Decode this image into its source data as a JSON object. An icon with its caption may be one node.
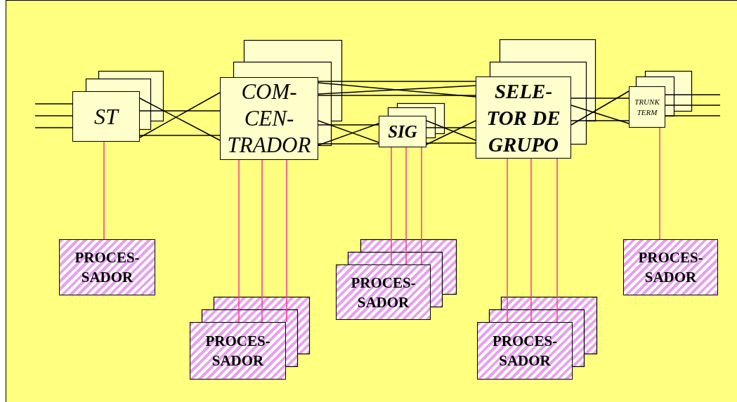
{
  "diagram": {
    "nodes": [
      {
        "text": [
          "ST"
        ]
      },
      {
        "text": [
          "COM- CEN- TRADOR"
        ]
      },
      {
        "text": [
          "SIG"
        ]
      },
      {
        "text": [
          "SELE- TOR DE GRUPO"
        ]
      },
      {
        "text": [
          "TRUNK TERM"
        ]
      },
      {
        "text": [
          "PROCES- SADOR"
        ]
      },
      {
        "text": [
          "PROCES- SADOR"
        ]
      },
      {
        "text": [
          "PROCES- SADOR"
        ]
      },
      {
        "text": [
          "PROCES- SADOR"
        ]
      },
      {
        "text": [
          "PROCES- SADOR"
        ]
      }
    ],
    "edges": [
      {
        "from": null,
        "to": 0,
        "arrow": "none"
      },
      {
        "from": null,
        "to": 0,
        "arrow": "none"
      },
      {
        "from": null,
        "to": 0,
        "arrow": "none"
      },
      {
        "from": 0,
        "to": 1,
        "arrow": "none"
      },
      {
        "from": 0,
        "to": 1,
        "arrow": "none"
      },
      {
        "from": 0,
        "to": 1,
        "arrow": "none"
      },
      {
        "from": 0,
        "to": 1,
        "arrow": "none"
      },
      {
        "from": 1,
        "to": 3,
        "arrow": "none"
      },
      {
        "from": 1,
        "to": 3,
        "arrow": "none"
      },
      {
        "from": 1,
        "to": 3,
        "arrow": "none"
      },
      {
        "from": 1,
        "to": 3,
        "arrow": "none"
      },
      {
        "from": 1,
        "to": 2,
        "arrow": "none"
      },
      {
        "from": 1,
        "to": 2,
        "arrow": "none"
      },
      {
        "from": 1,
        "to": 2,
        "arrow": "none"
      },
      {
        "from": 1,
        "to": 2,
        "arrow": "none"
      },
      {
        "from": 2,
        "to": 3,
        "arrow": "none"
      },
      {
        "from": 2,
        "to": 3,
        "arrow": "none"
      },
      {
        "from": 2,
        "to": 3,
        "arrow": "none"
      },
      {
        "from": 2,
        "to": 3,
        "arrow": "none"
      },
      {
        "from": 3,
        "to": 4,
        "arrow": "none"
      },
      {
        "from": 3,
        "to": 4,
        "arrow": "none"
      },
      {
        "from": 3,
        "to": 4,
        "arrow": "none"
      },
      {
        "from": 3,
        "to": 4,
        "arrow": "none"
      },
      {
        "from": 4,
        "to": null,
        "arrow": "none"
      },
      {
        "from": 4,
        "to": null,
        "arrow": "none"
      },
      {
        "from": 4,
        "to": null,
        "arrow": "none"
      },
      {
        "from": 0,
        "to": 5,
        "arrow": "none",
        "color": "#ff3399"
      },
      {
        "from": 1,
        "to": 6,
        "arrow": "none",
        "color": "#ff3399"
      },
      {
        "from": 1,
        "to": 6,
        "arrow": "none",
        "color": "#ff3399"
      },
      {
        "from": 1,
        "to": 6,
        "arrow": "none",
        "color": "#ff3399"
      },
      {
        "from": 2,
        "to": 7,
        "arrow": "none",
        "color": "#ff3399"
      },
      {
        "from": 2,
        "to": 7,
        "arrow": "none",
        "color": "#ff3399"
      },
      {
        "from": 2,
        "to": 7,
        "arrow": "none",
        "color": "#ff3399"
      },
      {
        "from": 3,
        "to": 8,
        "arrow": "none",
        "color": "#ff3399"
      },
      {
        "from": 3,
        "to": 8,
        "arrow": "none",
        "color": "#ff3399"
      },
      {
        "from": 3,
        "to": 8,
        "arrow": "none",
        "color": "#ff3399"
      },
      {
        "from": 4,
        "to": 9,
        "arrow": "none",
        "color": "#ff3399"
      }
    ]
  }
}
